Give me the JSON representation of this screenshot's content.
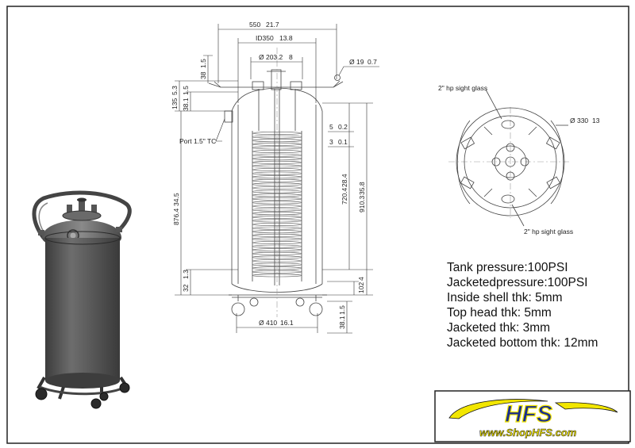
{
  "dimensions": {
    "overall_width": "550",
    "overall_width_in": "21.7",
    "id": "ID350",
    "id_in": "13.8",
    "port_dia": "Ø 203.2",
    "port_dia_in": "8",
    "rail_dia": "Ø 19",
    "rail_dia_in": "0.7",
    "rail_height": "38",
    "rail_height_in": "1.5",
    "head_135": "135",
    "head_135_in": "5.3",
    "head_38": "38.1",
    "head_38_in": "1.5",
    "gap_5": "5",
    "gap_5_in": "0.2",
    "gap_3": "3",
    "gap_3_in": "0.1",
    "overall_height": "876.4",
    "overall_height_in": "34.5",
    "coil_height": "720.4",
    "coil_height_in": "28.4",
    "shell_height": "910.3",
    "shell_height_in": "35.8",
    "bottom_32": "32",
    "bottom_32_in": "1.3",
    "bottom_102": "102",
    "bottom_102_in": "4",
    "base_dia": "Ø 410",
    "base_dia_in": "16.1",
    "caster_height": "38.1",
    "caster_height_in": "1.5",
    "top_view_dia": "Ø 330",
    "top_view_dia_in": "13"
  },
  "labels": {
    "port": "Port 1.5\" TC",
    "sight_glass_top": "2\" hp sight glass",
    "sight_glass_bottom": "2\" hp sight glass"
  },
  "specs": [
    "Tank pressure:100PSI",
    "Jacketedpressure:100PSI",
    "Inside shell thk: 5mm",
    "Top head thk: 5mm",
    "Jacketed thk: 3mm",
    "Jacketed bottom thk: 12mm"
  ],
  "logo": {
    "brand": "HFS",
    "url": "www.ShopHFS.com"
  },
  "colors": {
    "logo_yellow": "#f2e600",
    "logo_blue": "#1b2e8c",
    "logo_black": "#111111",
    "steel": "#5b5b5b"
  }
}
